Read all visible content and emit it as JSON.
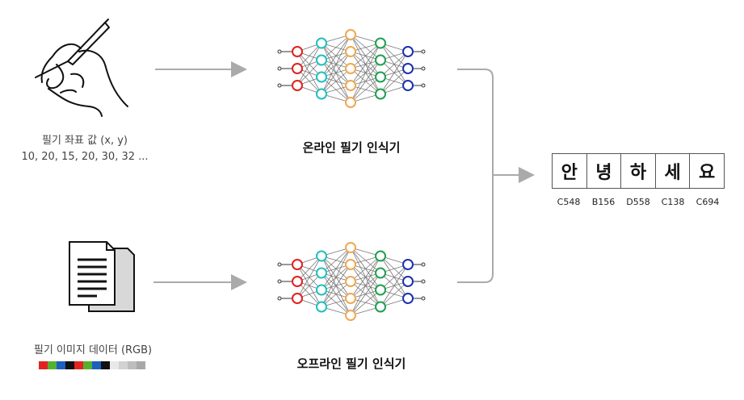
{
  "online": {
    "input_caption_line1": "필기 좌표 값 (x, y)",
    "input_caption_line2": "10, 20, 15, 20, 30, 32 ...",
    "recognizer_label": "온라인 필기 인식기",
    "icon": "hand-writing-pen-icon"
  },
  "offline": {
    "input_caption": "필기 이미지 데이터 (RGB)",
    "recognizer_label": "오프라인 필기 인식기",
    "icon": "document-pages-icon"
  },
  "output": {
    "characters": [
      "안",
      "녕",
      "하",
      "세",
      "요"
    ],
    "codes": [
      "C548",
      "B156",
      "D558",
      "C138",
      "C694"
    ]
  },
  "rgb_swatches": [
    "#e32322",
    "#56b030",
    "#1b5fbf",
    "#111111",
    "#e32322",
    "#56b030",
    "#1b5fbf",
    "#111111",
    "#e8e8e8",
    "#d2d2d2",
    "#bdbdbd",
    "#a8a8a8"
  ],
  "network_colors": {
    "input": "#e02020",
    "hidden1": "#20c0c0",
    "hidden2": "#f0a850",
    "hidden3": "#20a050",
    "output": "#1a2fb0"
  }
}
